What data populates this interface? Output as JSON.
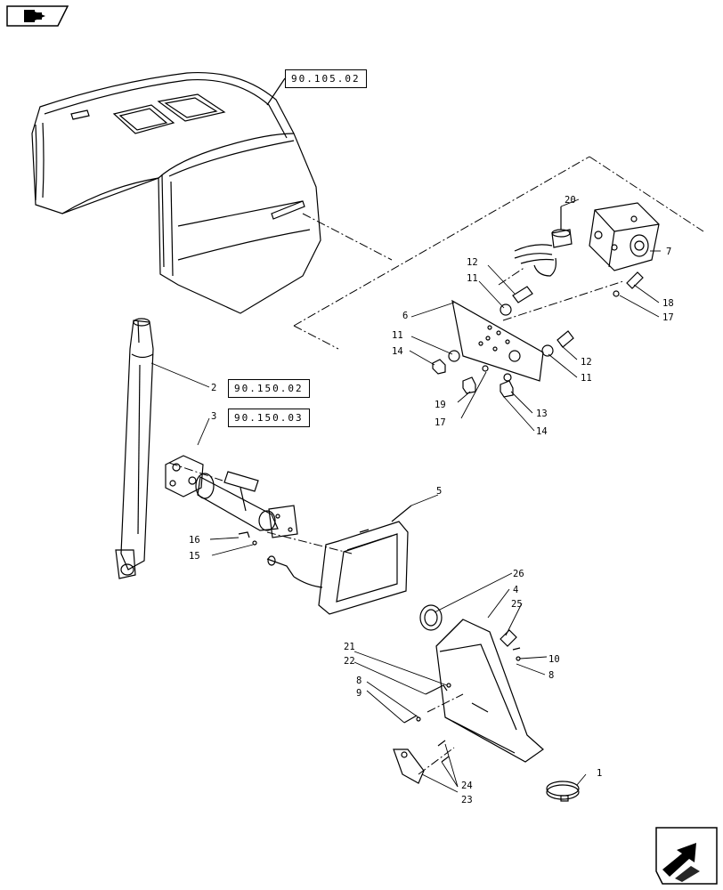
{
  "nav": {
    "top_icon": "back-arrow-icon",
    "bottom_icon": "next-page-arrow-icon"
  },
  "references": [
    "90.105.02",
    "90.150.02",
    "90.150.03"
  ],
  "callouts": {
    "c1": "1",
    "c2": "2",
    "c3": "3",
    "c4": "4",
    "c5": "5",
    "c6": "6",
    "c7": "7",
    "c8a": "8",
    "c8b": "8",
    "c9": "9",
    "c10": "10",
    "c11a": "11",
    "c11b": "11",
    "c11c": "11",
    "c12a": "12",
    "c12b": "12",
    "c13": "13",
    "c14a": "14",
    "c14b": "14",
    "c15": "15",
    "c16": "16",
    "c17a": "17",
    "c17b": "17",
    "c18": "18",
    "c19": "19",
    "c20": "20",
    "c21": "21",
    "c22": "22",
    "c23": "23",
    "c24": "24",
    "c25": "25",
    "c26": "26"
  }
}
